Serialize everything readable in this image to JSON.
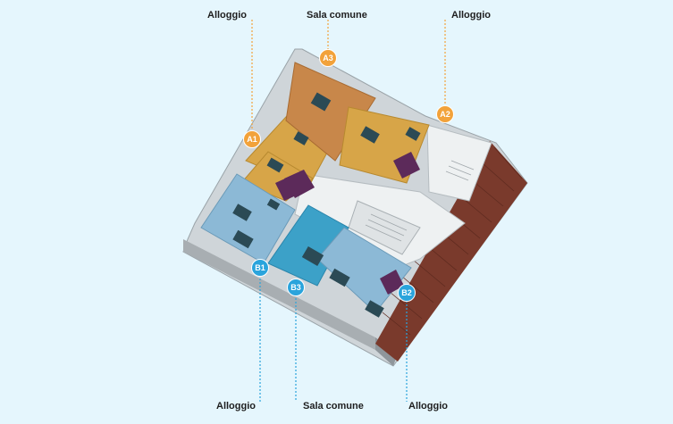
{
  "labels": {
    "a1": "Alloggio",
    "a3": "Sala comune",
    "a2": "Alloggio",
    "b1": "Alloggio",
    "b3": "Sala comune",
    "b2": "Alloggio"
  },
  "markers": {
    "a1": "A1",
    "a2": "A2",
    "a3": "A3",
    "b1": "B1",
    "b2": "B2",
    "b3": "B3"
  },
  "colors": {
    "background": "#e5f6fd",
    "orange_marker": "#f2a23a",
    "blue_marker": "#2aa4dc",
    "orange_zone": "#d7a548",
    "orange_common": "#c8874a",
    "blue_zone": "#8cb9d6",
    "blue_common": "#3ca1c8",
    "roof": "#7a3a2c",
    "structure": "#e9ecee"
  }
}
